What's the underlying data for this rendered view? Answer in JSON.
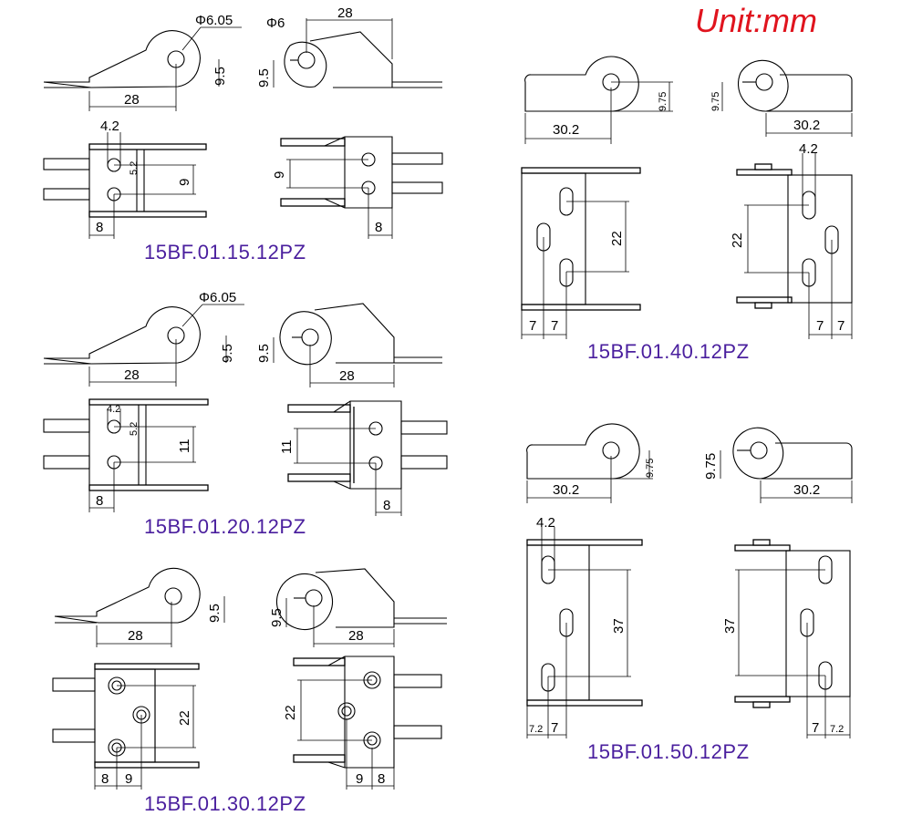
{
  "unit_label": "Unit:mm",
  "colors": {
    "model_label": "#4a1f9e",
    "unit_label": "#e0141e",
    "line": "#000000"
  },
  "models": [
    {
      "name": "15BF.01.15.12PZ",
      "dims": {
        "phi_hole": "Φ6.05",
        "phi_slot": "Φ6",
        "length": "28",
        "height": "9.5",
        "hole_dia": "4.2",
        "hole_pitch": "9",
        "edge": "8",
        "small": "5.2"
      }
    },
    {
      "name": "15BF.01.20.12PZ",
      "dims": {
        "phi_hole": "Φ6.05",
        "length": "28",
        "height": "9.5",
        "hole_dia": "4.2",
        "hole_pitch": "11",
        "edge": "8",
        "small": "5.2"
      }
    },
    {
      "name": "15BF.01.30.12PZ",
      "dims": {
        "length": "28",
        "height": "9.5",
        "hole_pitch": "22",
        "edge_a": "8",
        "edge_b": "9"
      }
    },
    {
      "name": "15BF.01.40.12PZ",
      "dims": {
        "length": "30.2",
        "height": "9.75",
        "hole_dia": "4.2",
        "hole_pitch": "22",
        "edge": "7"
      }
    },
    {
      "name": "15BF.01.50.12PZ",
      "dims": {
        "length": "30.2",
        "height": "9.75",
        "hole_dia": "4.2",
        "hole_pitch": "37",
        "edge_a": "7.2",
        "edge_b": "7"
      }
    }
  ]
}
